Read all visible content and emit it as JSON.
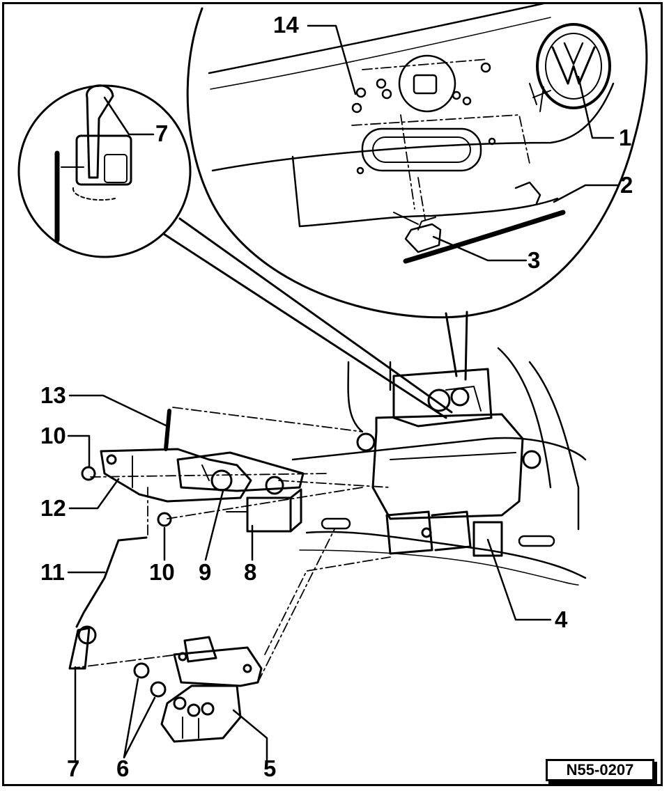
{
  "figure": {
    "reference_code": "N55-0207",
    "callouts": [
      {
        "id": "c1",
        "label": "1"
      },
      {
        "id": "c2",
        "label": "2"
      },
      {
        "id": "c3",
        "label": "3"
      },
      {
        "id": "c4",
        "label": "4"
      },
      {
        "id": "c5",
        "label": "5"
      },
      {
        "id": "c6",
        "label": "6"
      },
      {
        "id": "c7a",
        "label": "7"
      },
      {
        "id": "c7b",
        "label": "7"
      },
      {
        "id": "c8",
        "label": "8"
      },
      {
        "id": "c9",
        "label": "9"
      },
      {
        "id": "c10a",
        "label": "10"
      },
      {
        "id": "c10b",
        "label": "10"
      },
      {
        "id": "c11",
        "label": "11"
      },
      {
        "id": "c12",
        "label": "12"
      },
      {
        "id": "c13",
        "label": "13"
      },
      {
        "id": "c14",
        "label": "14"
      }
    ]
  }
}
